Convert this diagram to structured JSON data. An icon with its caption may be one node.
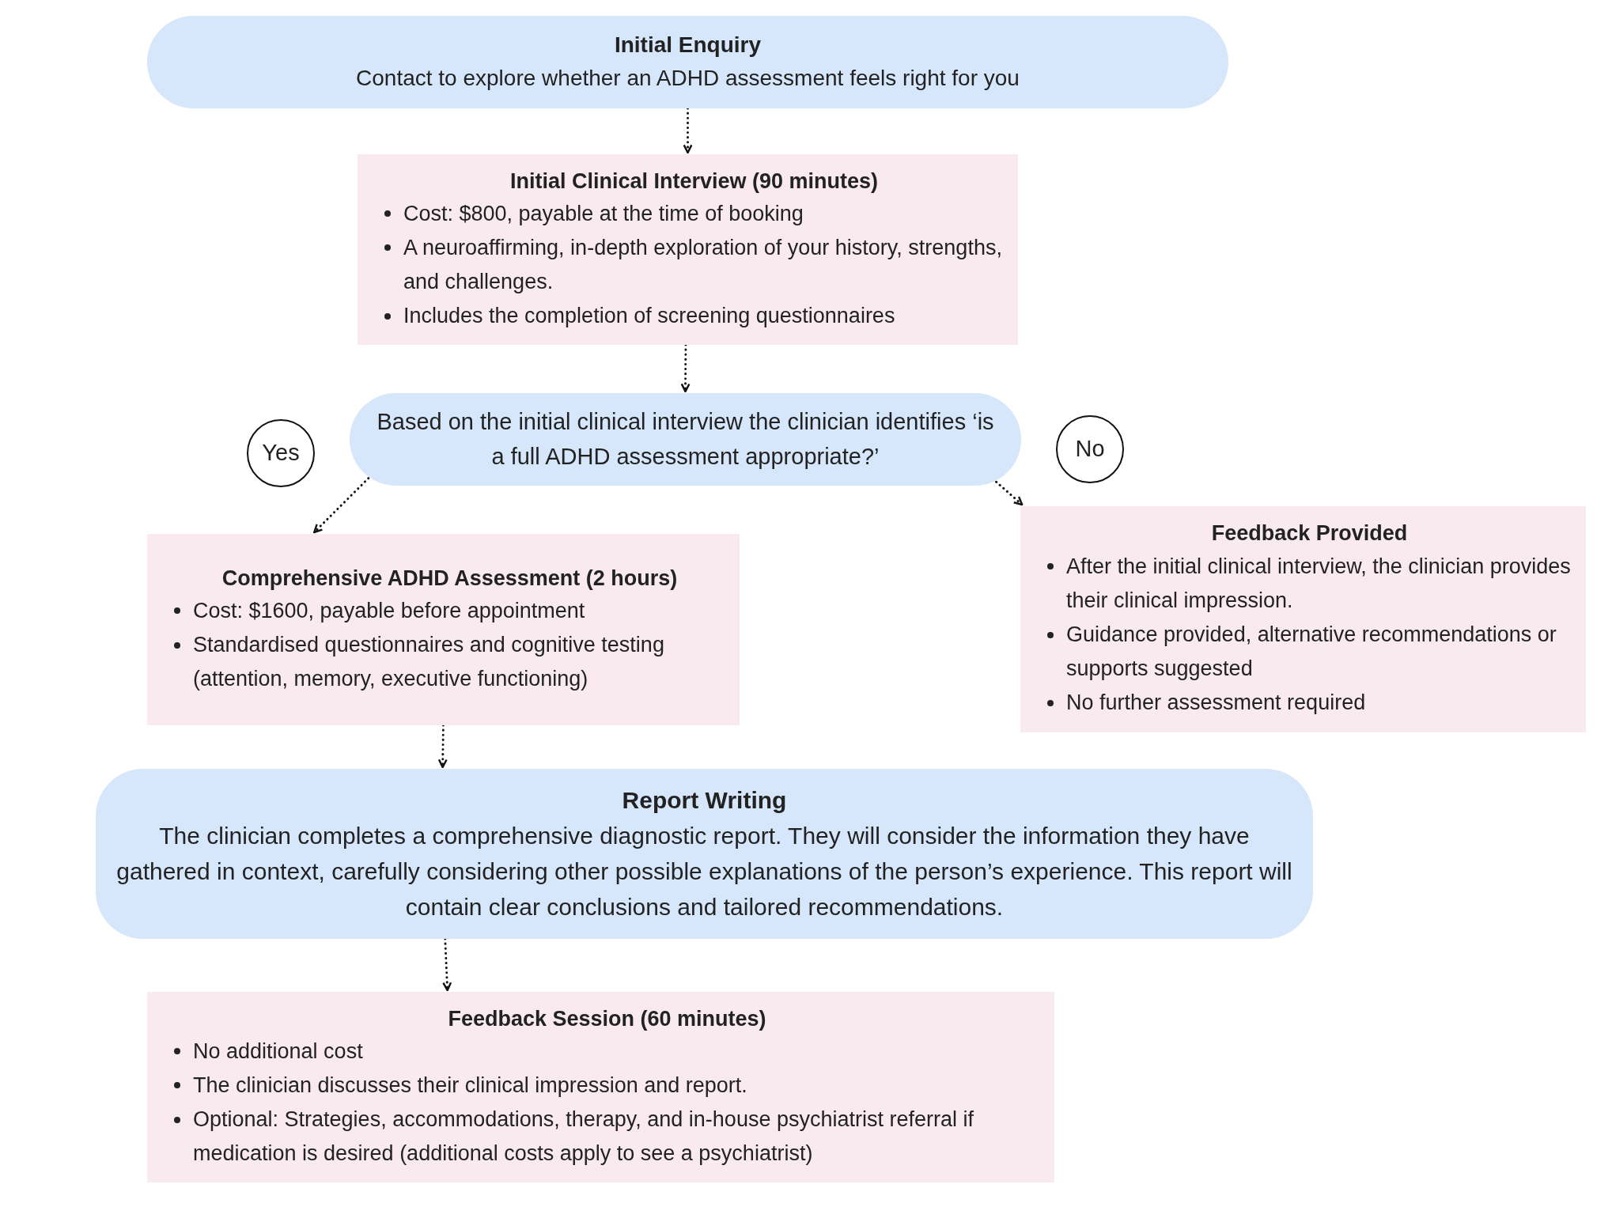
{
  "diagram": {
    "nodes": [
      {
        "text": [
          "Initial Enquiry",
          "Contact to explore whether an ADHD assessment feels right for you"
        ]
      },
      {
        "text": [
          "Initial Clinical Interview (90 minutes)",
          "Cost: $800, payable at the time of booking",
          "A neuroaffirming, in-depth exploration of your history, strengths, and challenges.",
          "Includes the completion of screening questionnaires"
        ]
      },
      {
        "text": [
          "Based on the initial clinical interview the clinician identifies ‘is a full ADHD assessment appropriate?’"
        ]
      },
      {
        "text": [
          "Yes"
        ]
      },
      {
        "text": [
          "No"
        ]
      },
      {
        "text": [
          "Comprehensive ADHD Assessment (2 hours)",
          "Cost: $1600, payable before appointment",
          "Standardised questionnaires and cognitive testing (attention, memory, executive functioning)"
        ]
      },
      {
        "text": [
          "Feedback Provided",
          "After the initial clinical interview, the clinician provides their clinical impression.",
          "Guidance provided, alternative recommendations or supports suggested",
          "No further assessment required"
        ]
      },
      {
        "text": [
          "Report Writing",
          "The clinician completes a comprehensive diagnostic report. They will consider the information they have gathered in context, carefully considering other possible explanations of the person’s experience. This report will contain clear conclusions and tailored recommendations."
        ]
      },
      {
        "text": [
          "Feedback Session (60 minutes)",
          "No additional cost",
          "The clinician discusses their clinical impression and report.",
          "Optional: Strategies, accommodations, therapy, and in-house psychiatrist referral if medication is desired (additional costs apply to see a psychiatrist)"
        ]
      }
    ],
    "edges": [
      {
        "from": 0,
        "to": 1,
        "arrow": "to"
      },
      {
        "from": 1,
        "to": 2,
        "arrow": "to"
      },
      {
        "from": 2,
        "to": 5,
        "arrow": "to"
      },
      {
        "from": 2,
        "to": 6,
        "arrow": "to"
      },
      {
        "from": 5,
        "to": 7,
        "arrow": "to"
      },
      {
        "from": 7,
        "to": 8,
        "arrow": "to"
      }
    ]
  }
}
